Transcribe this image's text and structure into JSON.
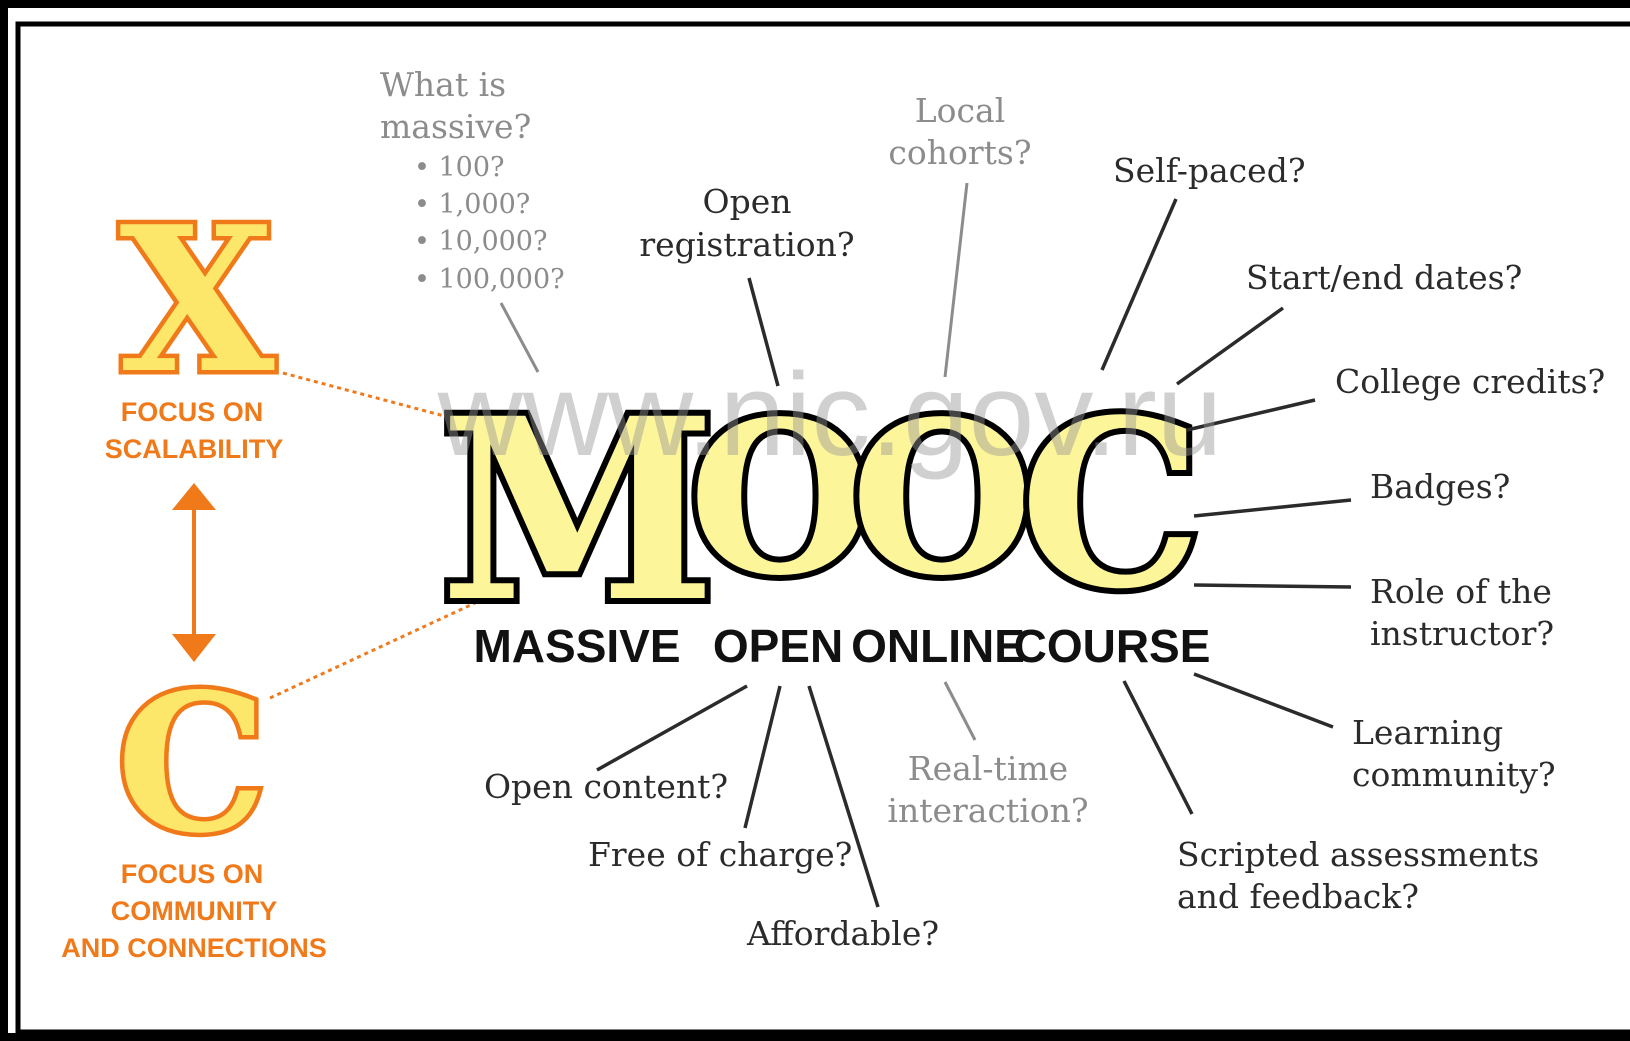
{
  "massive_question": {
    "line1": "What is",
    "line2": "massive?",
    "bullets": [
      "• 100?",
      "• 1,000?",
      "• 10,000?",
      "• 100,000?"
    ]
  },
  "x_letter": "X",
  "c_letter": "C",
  "xmooc_label": [
    "FOCUS ON",
    "SCALABILITY"
  ],
  "cmooc_label": [
    "FOCUS ON",
    "COMMUNITY",
    "AND CONNECTIONS"
  ],
  "mooc_letters": [
    "M",
    "O",
    "O",
    "C"
  ],
  "mooc_words": [
    "MASSIVE",
    "OPEN",
    "ONLINE",
    "COURSE"
  ],
  "questions": {
    "open_registration": [
      "Open",
      "registration?"
    ],
    "local_cohorts": [
      "Local",
      "cohorts?"
    ],
    "self_paced": "Self-paced?",
    "start_end_dates": "Start/end dates?",
    "college_credits": "College credits?",
    "badges": "Badges?",
    "role_instructor": [
      "Role of the",
      "instructor?"
    ],
    "learning_community": [
      "Learning",
      "community?"
    ],
    "scripted_assessments": [
      "Scripted assessments",
      "and feedback?"
    ],
    "open_content": "Open content?",
    "free_of_charge": "Free of charge?",
    "affordable": "Affordable?",
    "real_time": [
      "Real-time",
      "interaction?"
    ]
  },
  "watermark": "www.nic.gov.ru",
  "colors": {
    "letter_fill": "#fdf59a",
    "orange": "#f07a1a",
    "orange_fill": "#fde76b",
    "dark_text": "#2b2b2b",
    "gray_text": "#8c8c8c"
  }
}
